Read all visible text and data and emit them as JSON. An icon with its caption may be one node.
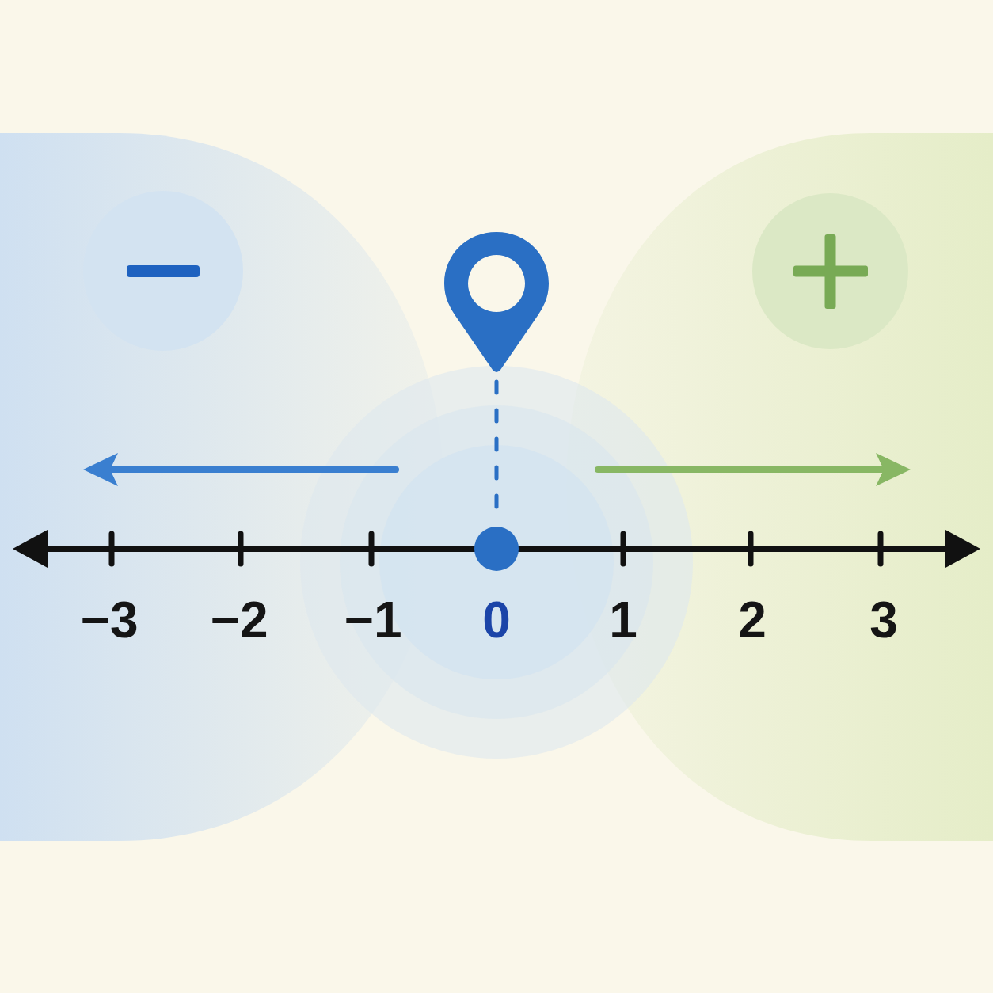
{
  "diagram": {
    "nodes": [
      {
        "text": [],
        "shape": "picture"
      },
      {
        "text": [],
        "shape": "circle"
      }
    ],
    "edges": [
      {
        "from": 0,
        "to": 1,
        "arrow": "none",
        "style": "dashed"
      }
    ],
    "labels": [
      "−3",
      "−2",
      "−1",
      "0",
      "1",
      "2",
      "3"
    ]
  }
}
